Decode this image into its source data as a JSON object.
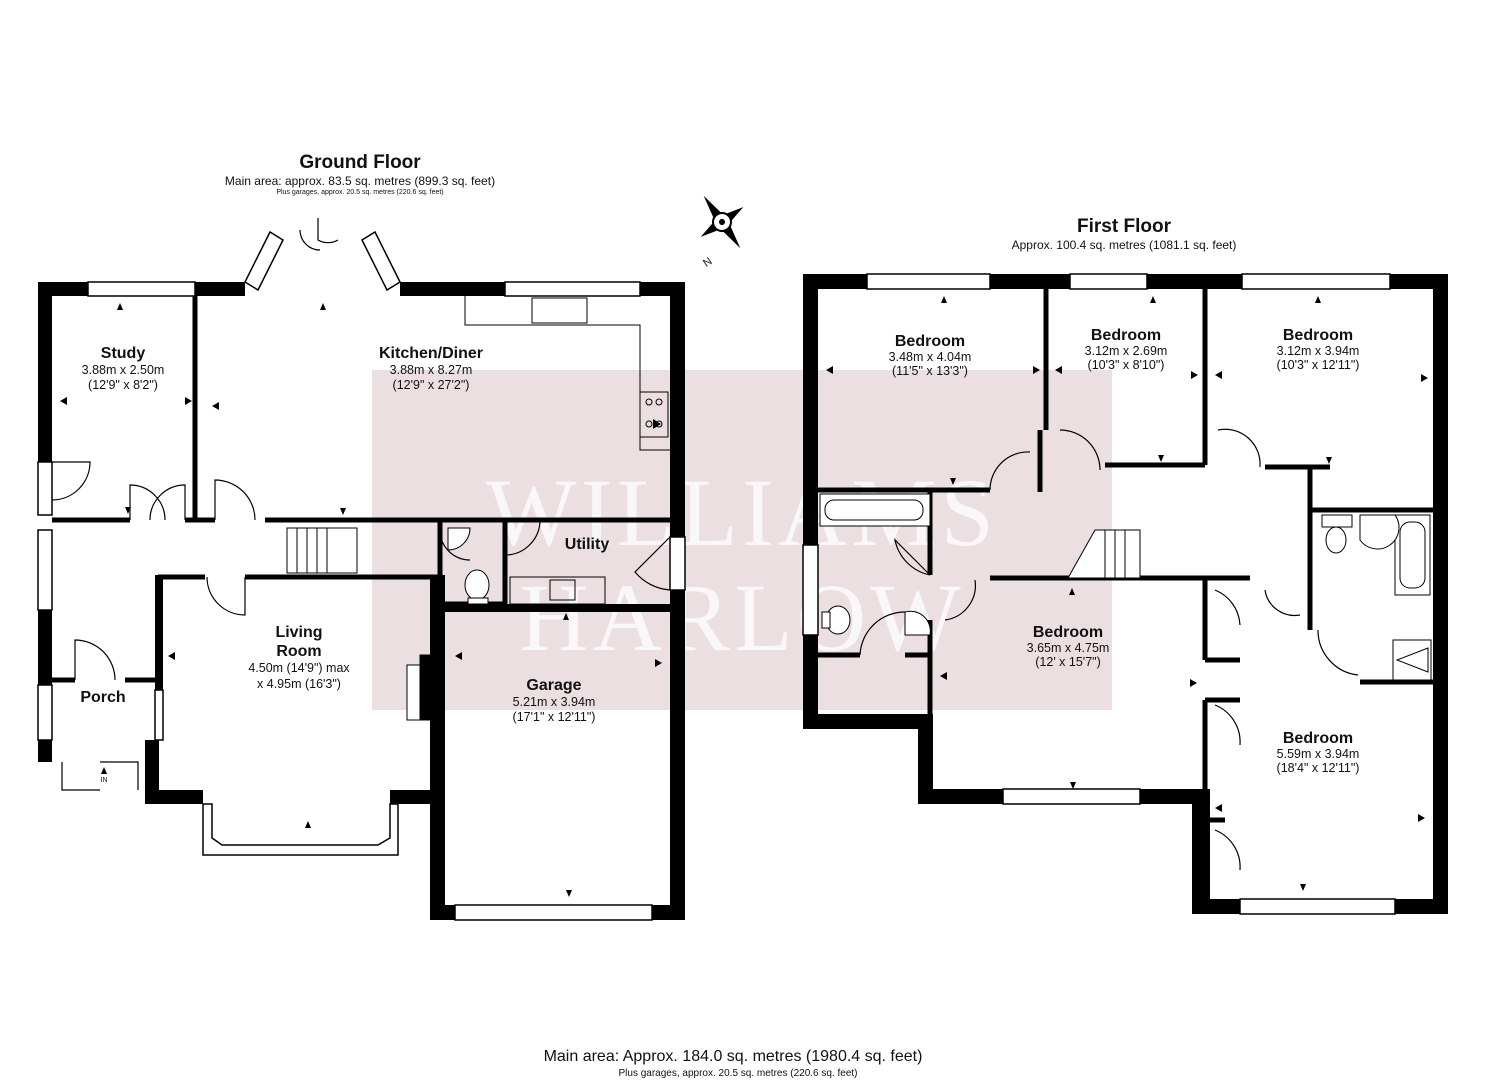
{
  "ground_floor": {
    "title": "Ground Floor",
    "area": "Main area: approx. 83.5 sq. metres (899.3 sq. feet)",
    "garage_area": "Plus garages, approx. 20.5 sq. metres (220.6 sq. feet)",
    "rooms": {
      "study": {
        "name": "Study",
        "dim": "3.88m x 2.50m",
        "imperial": "(12'9\" x 8'2\")"
      },
      "kitchen": {
        "name": "Kitchen/Diner",
        "dim": "3.88m x 8.27m",
        "imperial": "(12'9\" x 27'2\")"
      },
      "utility": {
        "name": "Utility"
      },
      "living": {
        "name1": "Living",
        "name2": "Room",
        "dim": "4.50m (14'9\") max",
        "imperial": "x 4.95m (16'3\")"
      },
      "garage": {
        "name": "Garage",
        "dim": "5.21m x 3.94m",
        "imperial": "(17'1\" x 12'11\")"
      },
      "porch": {
        "name": "Porch",
        "entry": "IN"
      }
    }
  },
  "first_floor": {
    "title": "First Floor",
    "area": "Approx. 100.4 sq. metres (1081.1 sq. feet)",
    "rooms": {
      "bed1": {
        "name": "Bedroom",
        "dim": "3.48m x 4.04m",
        "imperial": "(11'5\" x 13'3\")"
      },
      "bed2": {
        "name": "Bedroom",
        "dim": "3.12m x 2.69m",
        "imperial": "(10'3\" x 8'10\")"
      },
      "bed3": {
        "name": "Bedroom",
        "dim": "3.12m x 3.94m",
        "imperial": "(10'3\" x 12'11\")"
      },
      "bed4": {
        "name": "Bedroom",
        "dim": "3.65m x 4.75m",
        "imperial": "(12' x 15'7\")"
      },
      "bed5": {
        "name": "Bedroom",
        "dim": "5.59m x 3.94m",
        "imperial": "(18'4\" x 12'11\")"
      }
    }
  },
  "compass": {
    "label": "N",
    "icon": "compass-icon"
  },
  "watermark": {
    "line1": "WILLIAMS",
    "line2": "HARLOW"
  },
  "footer": {
    "main": "Main area: Approx. 184.0 sq. metres (1980.4 sq. feet)",
    "garage": "Plus garages, approx. 20.5 sq. metres (220.6 sq. feet)"
  },
  "colors": {
    "wall": "#000000",
    "watermark_bg": "#ebdfe1",
    "background": "#ffffff"
  }
}
